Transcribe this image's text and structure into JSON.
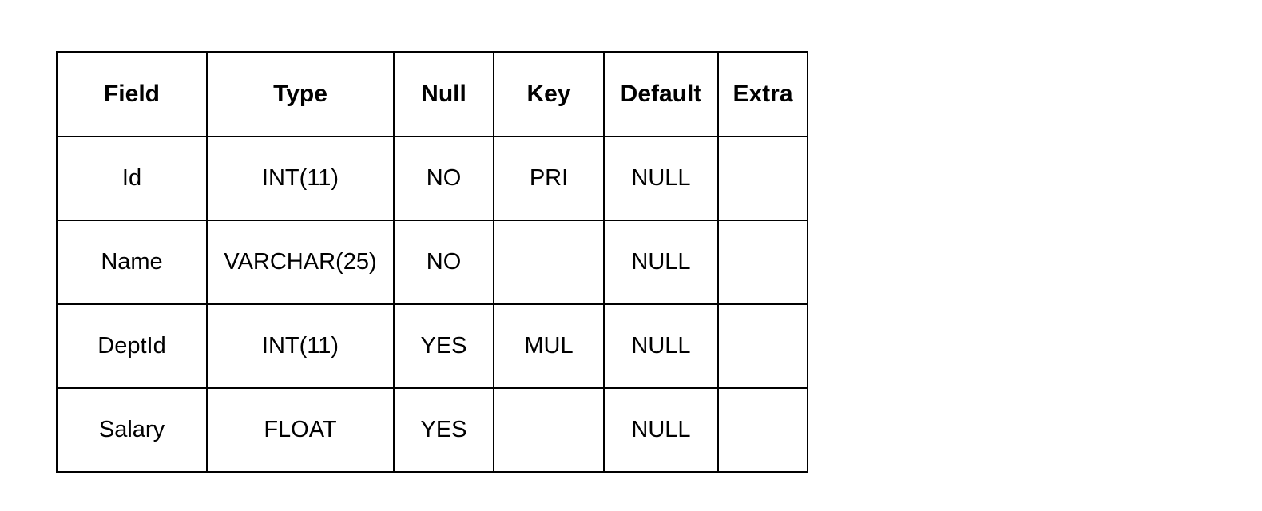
{
  "table": {
    "columns": [
      "Field",
      "Type",
      "Null",
      "Key",
      "Default",
      "Extra"
    ],
    "rows": [
      [
        "Id",
        "INT(11)",
        "NO",
        "PRI",
        "NULL",
        ""
      ],
      [
        "Name",
        "VARCHAR(25)",
        "NO",
        "",
        "NULL",
        ""
      ],
      [
        "DeptId",
        "INT(11)",
        "YES",
        "MUL",
        "NULL",
        ""
      ],
      [
        "Salary",
        "FLOAT",
        "YES",
        "",
        "NULL",
        ""
      ]
    ],
    "colors": {
      "border": "#000000",
      "text": "#000000",
      "background": "#ffffff"
    }
  }
}
